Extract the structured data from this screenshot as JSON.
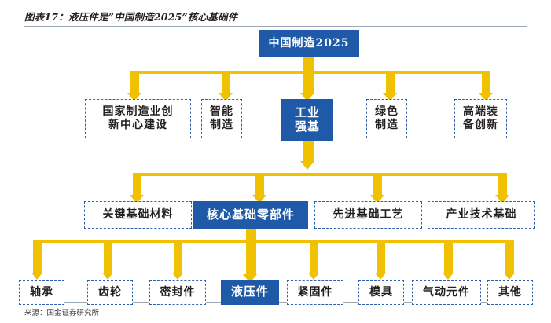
{
  "figure": {
    "title": "图表17：液压件是”中国制造2025”核心基础件",
    "source": "来源：国金证券研究所"
  },
  "colors": {
    "accent_blue": "#1F5AA8",
    "dash_border_blue": "#2F5FAF",
    "connector_yellow": "#EFC100",
    "rule_gray": "#9AA7B4",
    "text_dark": "#231F20"
  },
  "diagram": {
    "type": "hierarchy-tree",
    "levels": [
      {
        "name": "root",
        "nodes": [
          {
            "id": "root",
            "label": "中国制造2025",
            "style": "solid"
          }
        ]
      },
      {
        "name": "level-1",
        "nodes": [
          {
            "id": "l1-0",
            "label": "国家制造业创\n新中心建设",
            "line1": "国家制造业创",
            "line2": "新中心建设",
            "style": "dashed"
          },
          {
            "id": "l1-1",
            "label": "智能\n制造",
            "line1": "智能",
            "line2": "制造",
            "style": "dashed"
          },
          {
            "id": "l1-2",
            "label": "工业\n强基",
            "line1": "工业",
            "line2": "强基",
            "style": "solid"
          },
          {
            "id": "l1-3",
            "label": "绿色\n制造",
            "line1": "绿色",
            "line2": "制造",
            "style": "dashed"
          },
          {
            "id": "l1-4",
            "label": "高端装\n备创新",
            "line1": "高端装",
            "line2": "备创新",
            "style": "dashed"
          }
        ]
      },
      {
        "name": "level-2",
        "nodes": [
          {
            "id": "l2-0",
            "label": "关键基础材料",
            "style": "dashed"
          },
          {
            "id": "l2-1",
            "label": "核心基础零部件",
            "style": "solid"
          },
          {
            "id": "l2-2",
            "label": "先进基础工艺",
            "style": "dashed"
          },
          {
            "id": "l2-3",
            "label": "产业技术基础",
            "style": "dashed"
          }
        ]
      },
      {
        "name": "level-3",
        "nodes": [
          {
            "id": "l3-0",
            "label": "轴承",
            "style": "dashed"
          },
          {
            "id": "l3-1",
            "label": "齿轮",
            "style": "dashed"
          },
          {
            "id": "l3-2",
            "label": "密封件",
            "style": "dashed"
          },
          {
            "id": "l3-3",
            "label": "液压件",
            "style": "solid"
          },
          {
            "id": "l3-4",
            "label": "紧固件",
            "style": "dashed"
          },
          {
            "id": "l3-5",
            "label": "模具",
            "style": "dashed"
          },
          {
            "id": "l3-6",
            "label": "气动元件",
            "style": "dashed"
          },
          {
            "id": "l3-7",
            "label": "其他",
            "style": "dashed"
          }
        ]
      }
    ]
  }
}
